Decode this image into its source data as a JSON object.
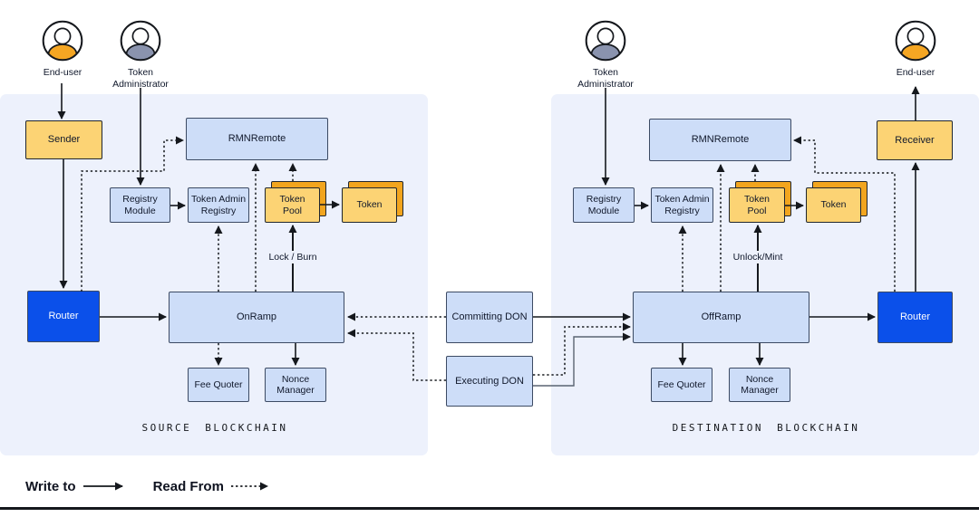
{
  "actors": {
    "source_end_user": "End-user",
    "source_token_admin": "Token Administrator",
    "dest_token_admin": "Token Administrator",
    "dest_end_user": "End-user"
  },
  "source": {
    "title": "SOURCE BLOCKCHAIN",
    "sender": "Sender",
    "rmn_remote": "RMNRemote",
    "registry_module": "Registry Module",
    "token_admin_registry": "Token Admin Registry",
    "token_pool": "Token Pool",
    "token": "Token",
    "router": "Router",
    "onramp": "OnRamp",
    "fee_quoter": "Fee Quoter",
    "nonce_manager": "Nonce Manager",
    "lock_burn_label": "Lock / Burn"
  },
  "offchain": {
    "committing_don": "Committing DON",
    "executing_don": "Executing DON"
  },
  "destination": {
    "title": "DESTINATION BLOCKCHAIN",
    "receiver": "Receiver",
    "rmn_remote": "RMNRemote",
    "registry_module": "Registry Module",
    "token_admin_registry": "Token Admin Registry",
    "token_pool": "Token Pool",
    "token": "Token",
    "router": "Router",
    "offramp": "OffRamp",
    "fee_quoter": "Fee Quoter",
    "nonce_manager": "Nonce Manager",
    "unlock_mint_label": "Unlock/Mint"
  },
  "legend": {
    "write_to": "Write to",
    "read_from": "Read From"
  },
  "colors": {
    "panel_background": "#edf1fc",
    "contract_blue": "#cdddf8",
    "token_yellow": "#fcd374",
    "token_stack_orange": "#f2a51e",
    "router_blue": "#0b50ea",
    "line_black": "#15181d",
    "end_user_accent": "#f5a623",
    "token_admin_accent": "#8a93ae"
  }
}
